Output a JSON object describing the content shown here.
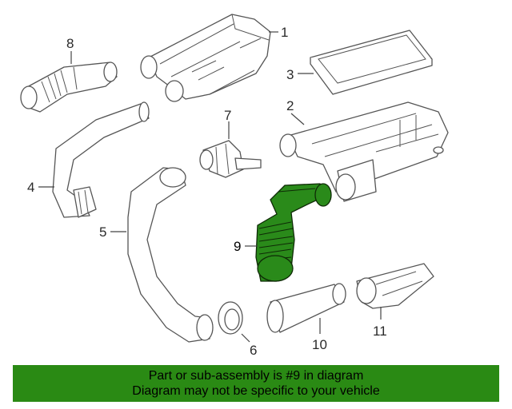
{
  "callouts": {
    "c1": "1",
    "c2": "2",
    "c3": "3",
    "c4": "4",
    "c5": "5",
    "c6": "6",
    "c7": "7",
    "c8": "8",
    "c9": "9",
    "c10": "10",
    "c11": "11"
  },
  "highlight": {
    "part_number": "9",
    "color": "#2a8a1a"
  },
  "footer": {
    "line1": "Part or sub-assembly is #9 in diagram",
    "line2": "Diagram may not be specific to your vehicle",
    "background": "#2a8a14"
  }
}
